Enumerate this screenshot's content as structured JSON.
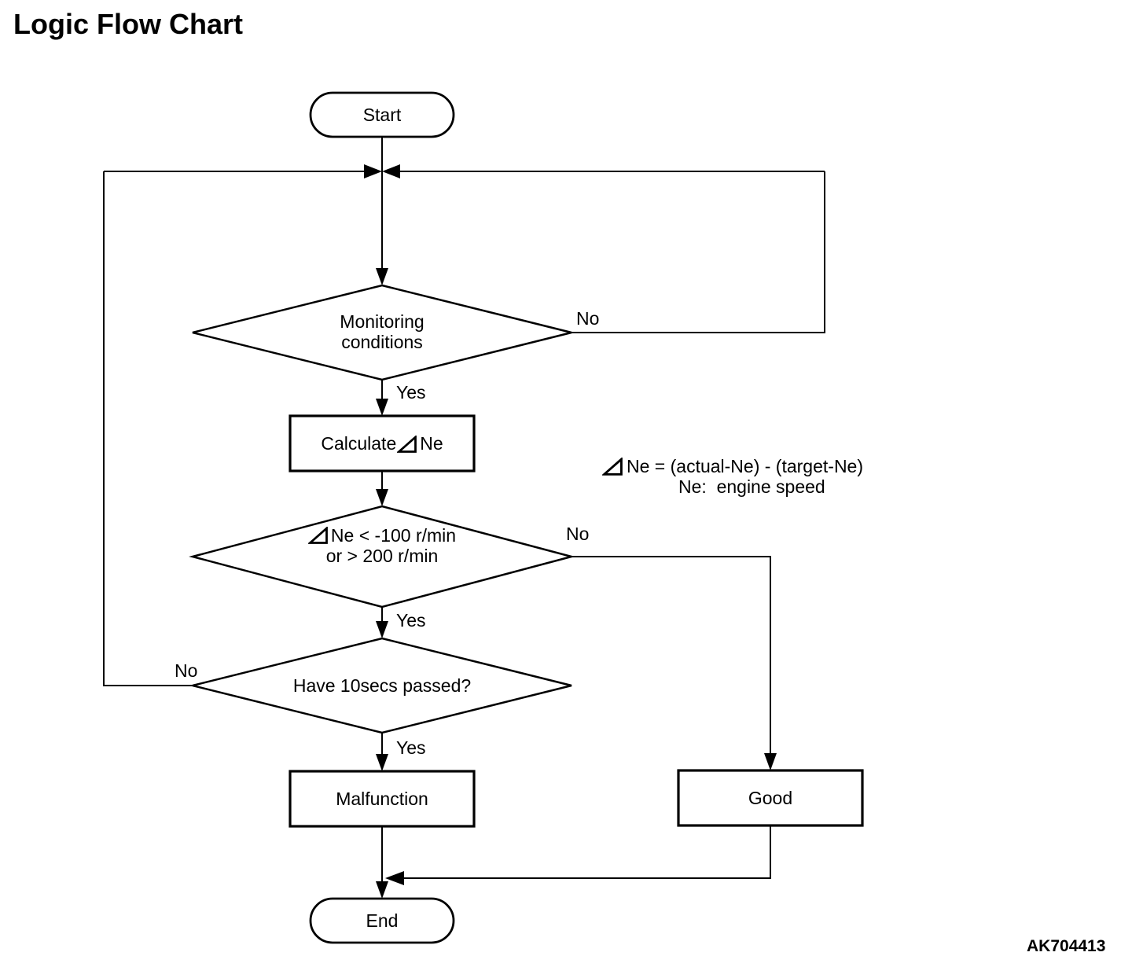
{
  "title": "Logic Flow Chart",
  "figure_code": "AK704413",
  "nodes": {
    "start": {
      "label": "Start"
    },
    "monitoring_conditions": {
      "line1": "Monitoring",
      "line2": "conditions"
    },
    "calculate_delta_ne": {
      "text_before": "Calculate",
      "delta_icon": "delta-triangle",
      "text_after": "Ne"
    },
    "delta_ne_threshold": {
      "delta_icon": "delta-triangle",
      "line1_after_icon": "Ne < -100 r/min",
      "line2": "or > 200 r/min"
    },
    "ten_secs_passed": {
      "label": "Have 10secs passed?"
    },
    "malfunction": {
      "label": "Malfunction"
    },
    "good": {
      "label": "Good"
    },
    "end": {
      "label": "End"
    }
  },
  "branch_labels": {
    "monitoring_no": "No",
    "monitoring_yes": "Yes",
    "threshold_no": "No",
    "threshold_yes": "Yes",
    "ten_secs_no": "No",
    "ten_secs_yes": "Yes"
  },
  "note": {
    "delta_icon": "delta-triangle",
    "line1_after_icon": "Ne = (actual-Ne) - (target-Ne)",
    "line2": "Ne:  engine speed"
  }
}
